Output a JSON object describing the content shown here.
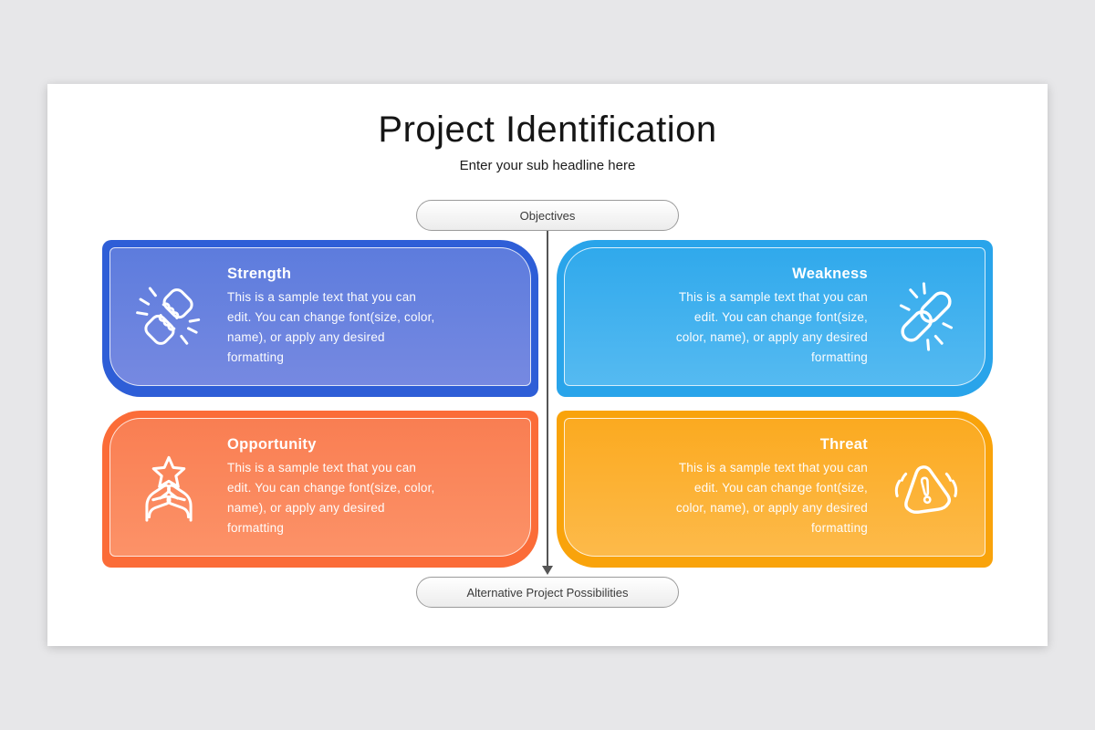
{
  "slide": {
    "title": "Project Identification",
    "subtitle": "Enter your sub headline here",
    "background": "#ffffff",
    "page_background": "#e7e7e9"
  },
  "flow": {
    "top_pill": "Objectives",
    "bottom_pill": "Alternative Project Possibilities",
    "connector_color": "#555555"
  },
  "cards": [
    {
      "id": "strength",
      "title": "Strength",
      "icon": "fist-bump-icon",
      "align": "left",
      "lines": [
        "This is a sample text that you can",
        "edit. You can change font(size, color,",
        "name), or apply any desired",
        "formatting"
      ],
      "colors": {
        "outer": "#2e5ed7",
        "fill_top": "#5d7cdd",
        "fill_bottom": "#7689e1",
        "text": "#ffffff"
      }
    },
    {
      "id": "weakness",
      "title": "Weakness",
      "icon": "broken-chain-icon",
      "align": "right",
      "lines": [
        "This is a sample text that you can",
        "edit. You can change font(size,",
        "color, name), or apply any desired",
        "formatting"
      ],
      "colors": {
        "outer": "#29a4ea",
        "fill_top": "#30a9ec",
        "fill_bottom": "#55baf1",
        "text": "#ffffff"
      }
    },
    {
      "id": "opportunity",
      "title": "Opportunity",
      "icon": "hands-holding-star-icon",
      "align": "left",
      "lines": [
        "This is a sample text that you can",
        "edit. You can change font(size, color,",
        "name), or apply any desired",
        "formatting"
      ],
      "colors": {
        "outer": "#fb6c38",
        "fill_top": "#f97e52",
        "fill_bottom": "#fc9268",
        "text": "#ffffff"
      }
    },
    {
      "id": "threat",
      "title": "Threat",
      "icon": "warning-alarm-icon",
      "align": "right",
      "lines": [
        "This is a sample text that you can",
        "edit. You can change font(size,",
        "color, name), or apply any desired",
        "formatting"
      ],
      "colors": {
        "outer": "#f9a30b",
        "fill_top": "#fbaa20",
        "fill_bottom": "#fdba4a",
        "text": "#ffffff"
      }
    }
  ]
}
